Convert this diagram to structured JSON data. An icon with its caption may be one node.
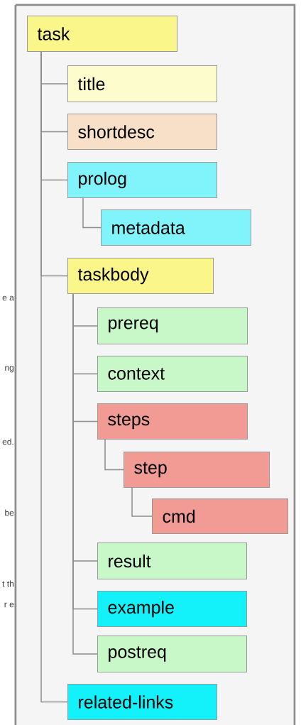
{
  "diagram": {
    "nodes": [
      {
        "text": [
          "task"
        ]
      },
      {
        "text": [
          "title"
        ]
      },
      {
        "text": [
          "shortdesc"
        ]
      },
      {
        "text": [
          "prolog"
        ]
      },
      {
        "text": [
          "metadata"
        ]
      },
      {
        "text": [
          "taskbody"
        ]
      },
      {
        "text": [
          "prereq"
        ]
      },
      {
        "text": [
          "context"
        ]
      },
      {
        "text": [
          "steps"
        ]
      },
      {
        "text": [
          "step"
        ]
      },
      {
        "text": [
          "cmd"
        ]
      },
      {
        "text": [
          "result"
        ]
      },
      {
        "text": [
          "example"
        ]
      },
      {
        "text": [
          "postreq"
        ]
      },
      {
        "text": [
          "related-links"
        ]
      }
    ],
    "edges": [
      {
        "from": 0,
        "to": 1,
        "arrow": "none"
      },
      {
        "from": 0,
        "to": 2,
        "arrow": "none"
      },
      {
        "from": 0,
        "to": 3,
        "arrow": "none"
      },
      {
        "from": 3,
        "to": 4,
        "arrow": "none"
      },
      {
        "from": 0,
        "to": 5,
        "arrow": "none"
      },
      {
        "from": 5,
        "to": 6,
        "arrow": "none"
      },
      {
        "from": 5,
        "to": 7,
        "arrow": "none"
      },
      {
        "from": 5,
        "to": 8,
        "arrow": "none"
      },
      {
        "from": 8,
        "to": 9,
        "arrow": "none"
      },
      {
        "from": 9,
        "to": 10,
        "arrow": "none"
      },
      {
        "from": 5,
        "to": 11,
        "arrow": "none"
      },
      {
        "from": 5,
        "to": 12,
        "arrow": "none"
      },
      {
        "from": 5,
        "to": 13,
        "arrow": "none"
      },
      {
        "from": 0,
        "to": 14,
        "arrow": "none"
      }
    ],
    "labels": [
      "e a",
      "ng",
      "ed.",
      "be",
      "t th",
      "r e"
    ]
  }
}
